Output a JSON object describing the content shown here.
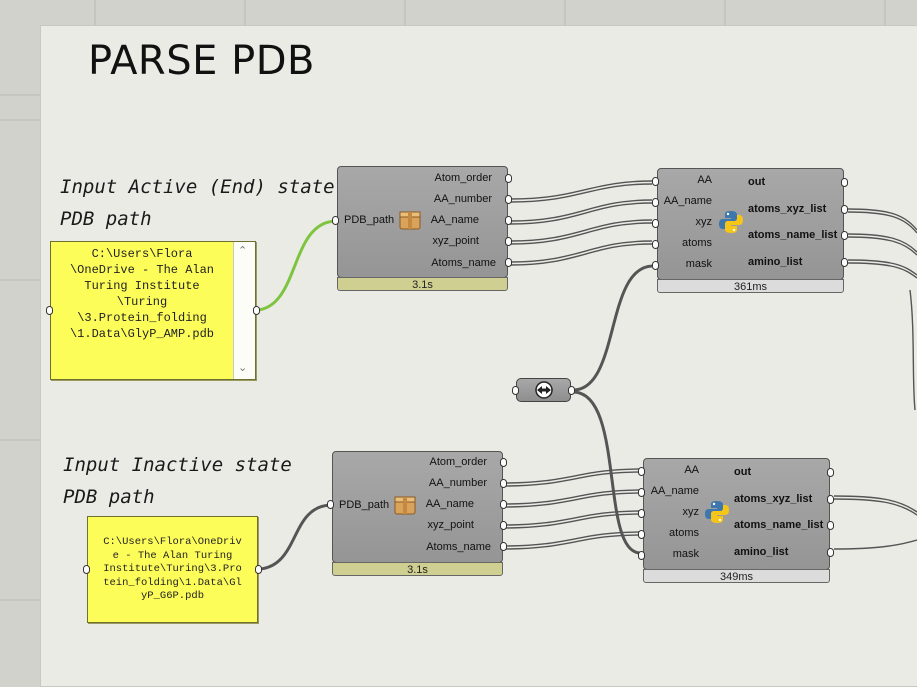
{
  "canvas": {
    "title": "PARSE PDB"
  },
  "notes": {
    "active": [
      "Input Active (End) state",
      "PDB path"
    ],
    "inactive": [
      "Input Inactive state",
      "PDB path"
    ]
  },
  "panels": {
    "active": {
      "lines": [
        "C:\\Users\\Flora",
        "\\OneDrive - The Alan",
        "Turing Institute",
        "\\Turing",
        "\\3.Protein_folding",
        "\\1.Data\\GlyP_AMP.pdb"
      ],
      "scroll_up": "⌃",
      "scroll_down": "⌄"
    },
    "inactive": {
      "lines": [
        "C:\\Users\\Flora\\OneDriv",
        "e - The Alan Turing",
        "Institute\\Turing\\3.Pro",
        "tein_folding\\1.Data\\Gl",
        "yP_G6P.pdb"
      ]
    }
  },
  "parse_components": [
    {
      "input": "PDB_path",
      "outputs": [
        "Atom_order",
        "AA_number",
        "AA_name",
        "xyz_point",
        "Atoms_name"
      ],
      "time": "3.1s"
    },
    {
      "input": "PDB_path",
      "outputs": [
        "Atom_order",
        "AA_number",
        "AA_name",
        "xyz_point",
        "Atoms_name"
      ],
      "time": "3.1s"
    }
  ],
  "python_components": [
    {
      "inputs": [
        "AA",
        "AA_name",
        "xyz",
        "atoms",
        "mask"
      ],
      "outputs": [
        "out",
        "atoms_xyz_list",
        "atoms_name_list",
        "amino_list"
      ],
      "time": "361ms"
    },
    {
      "inputs": [
        "AA",
        "AA_name",
        "xyz",
        "atoms",
        "mask"
      ],
      "outputs": [
        "out",
        "atoms_xyz_list",
        "atoms_name_list",
        "amino_list"
      ],
      "time": "349ms"
    }
  ],
  "colors": {
    "canvas": "#d2d2cd",
    "group": "#ebebe6",
    "panel": "#fdfd5a",
    "component": "#a0a0a0",
    "wire_active": "#7ec440",
    "wire": "#555555"
  },
  "icons": {
    "parse": "package-box-icon",
    "python": "python-logo-icon",
    "relay": "relay-arrows-icon"
  }
}
